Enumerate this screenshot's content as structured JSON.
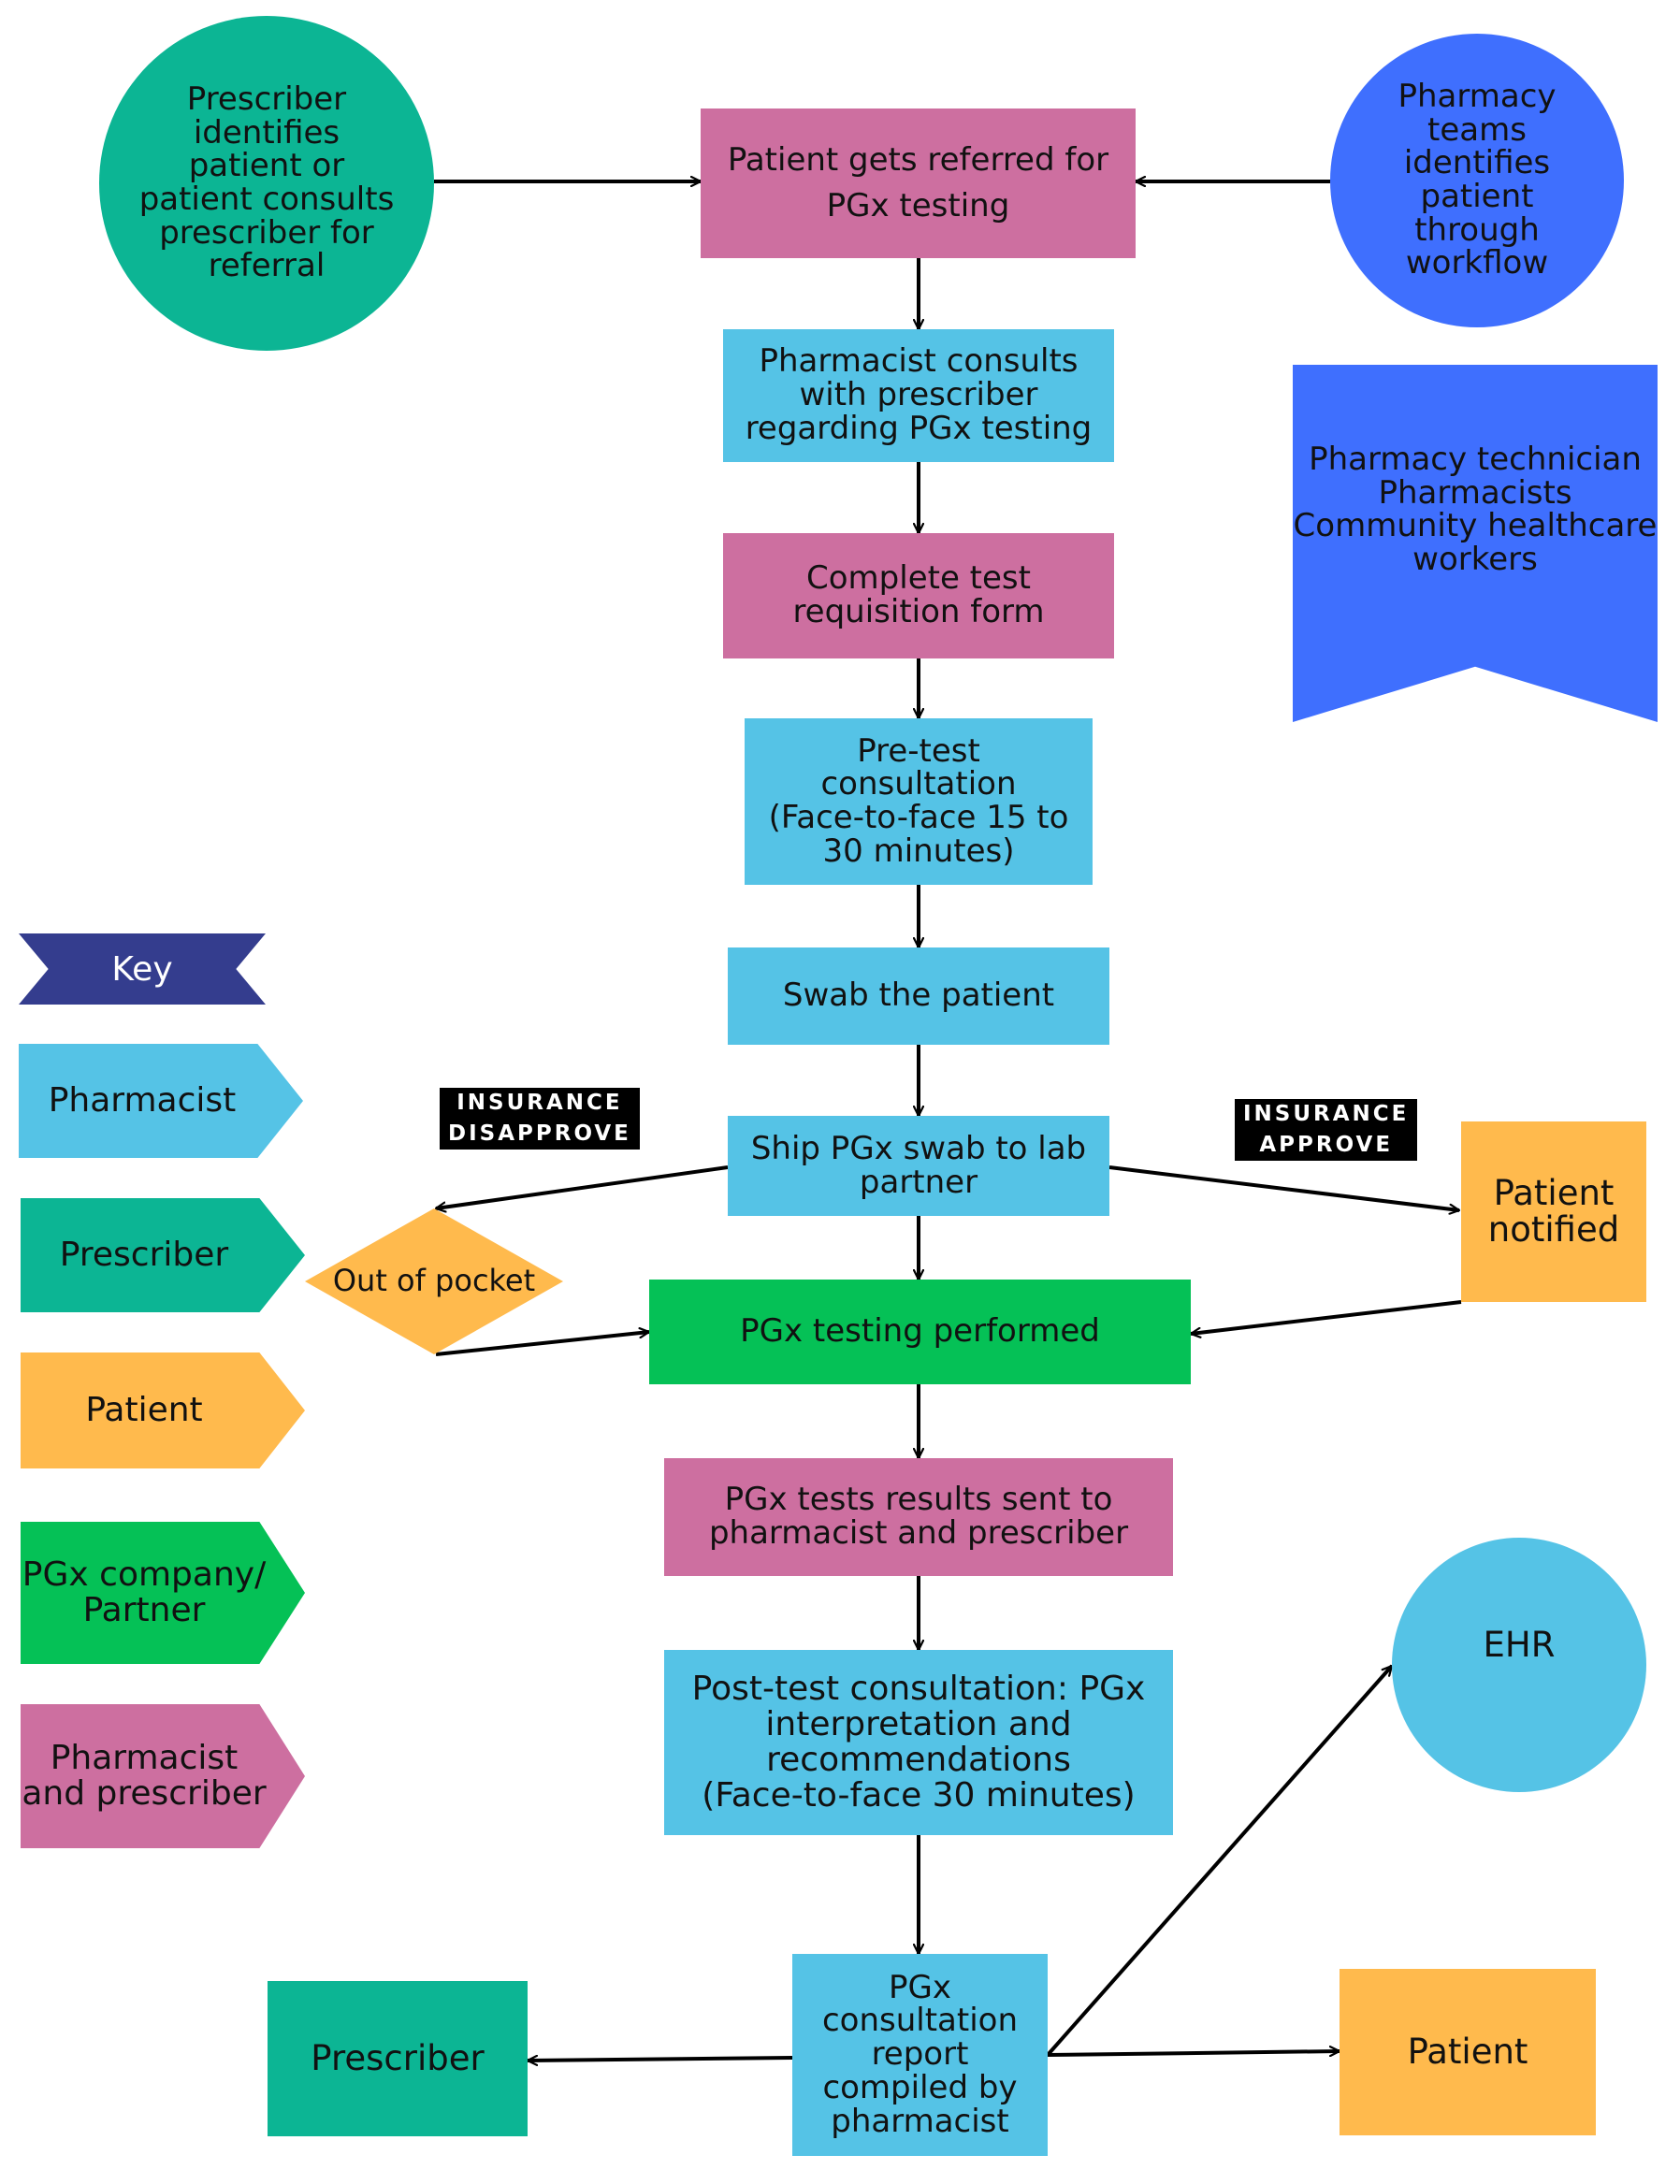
{
  "nodes": {
    "prescriber_identifies": [
      "Prescriber",
      "identifies",
      "patient or",
      "patient consults",
      "prescriber for",
      "referral"
    ],
    "pharmacy_teams": [
      "Pharmacy",
      "teams",
      "identifies",
      "patient",
      "through",
      "workflow"
    ],
    "referred": [
      "Patient gets referred for",
      "PGx testing"
    ],
    "consults": [
      "Pharmacist consults",
      "with prescriber",
      "regarding PGx testing"
    ],
    "requisition": [
      "Complete test",
      "requisition form"
    ],
    "pretest": [
      "Pre-test",
      "consultation",
      "(Face-to-face 15 to",
      "30 minutes)"
    ],
    "swab": [
      "Swab the patient"
    ],
    "ship": [
      "Ship PGx swab to lab",
      "partner"
    ],
    "out_of_pocket": [
      "Out of",
      "pocket"
    ],
    "patient_notified": [
      "Patient",
      "notified"
    ],
    "testing": [
      "PGx testing performed"
    ],
    "results": [
      "PGx tests results sent to",
      "pharmacist and prescriber"
    ],
    "posttest": [
      "Post-test consultation: PGx",
      "interpretation and",
      "recommendations",
      "(Face-to-face 30 minutes)"
    ],
    "report": [
      "PGx",
      "consultation",
      "report",
      "compiled by",
      "pharmacist"
    ],
    "prescriber_out": [
      "Prescriber"
    ],
    "patient_out": [
      "Patient"
    ],
    "ehr": [
      "EHR"
    ]
  },
  "banner": [
    "Pharmacy technician",
    "Pharmacists",
    "Community",
    "healthcare workers"
  ],
  "labels": {
    "insurance_disapprove": [
      "INSURANCE",
      "DISAPPROVE"
    ],
    "insurance_approve": [
      "INSURANCE",
      "APPROVE"
    ]
  },
  "key": {
    "title": "Key",
    "items": [
      {
        "label": [
          "Pharmacist"
        ],
        "color": "#55c3e6"
      },
      {
        "label": [
          "Prescriber"
        ],
        "color": "#0cb594"
      },
      {
        "label": [
          "Patient"
        ],
        "color": "#ffba4d"
      },
      {
        "label": [
          "PGx",
          "company/",
          "Partner"
        ],
        "color": "#05c156"
      },
      {
        "label": [
          "Pharmacist",
          "and",
          "prescriber"
        ],
        "color": "#cd6fa0"
      }
    ]
  },
  "colors": {
    "pharmacist_blue": "#55c3e6",
    "prescriber_teal": "#0cb594",
    "patient_orange": "#ffba4d",
    "company_green": "#05c156",
    "shared_pink": "#cd6fa0",
    "pharmacy_team_blue": "#3f6ffe",
    "key_title_navy": "#343d8e"
  },
  "edges": [
    {
      "from": "prescriber_identifies",
      "to": "referred"
    },
    {
      "from": "pharmacy_teams",
      "to": "referred"
    },
    {
      "from": "referred",
      "to": "consults"
    },
    {
      "from": "consults",
      "to": "requisition"
    },
    {
      "from": "requisition",
      "to": "pretest"
    },
    {
      "from": "pretest",
      "to": "swab"
    },
    {
      "from": "swab",
      "to": "ship"
    },
    {
      "from": "ship",
      "to": "out_of_pocket",
      "label": "INSURANCE DISAPPROVE"
    },
    {
      "from": "ship",
      "to": "patient_notified",
      "label": "INSURANCE APPROVE"
    },
    {
      "from": "ship",
      "to": "testing"
    },
    {
      "from": "out_of_pocket",
      "to": "testing"
    },
    {
      "from": "patient_notified",
      "to": "testing"
    },
    {
      "from": "testing",
      "to": "results"
    },
    {
      "from": "results",
      "to": "posttest"
    },
    {
      "from": "posttest",
      "to": "report"
    },
    {
      "from": "report",
      "to": "prescriber_out"
    },
    {
      "from": "report",
      "to": "patient_out"
    },
    {
      "from": "report",
      "to": "ehr"
    }
  ]
}
